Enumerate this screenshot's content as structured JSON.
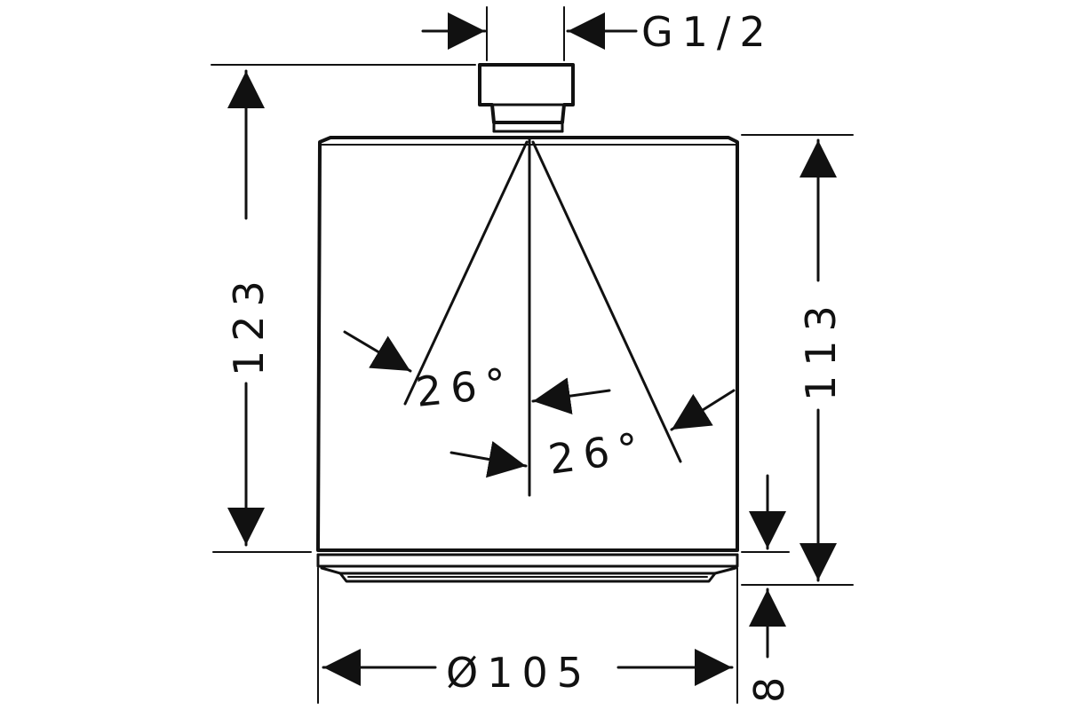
{
  "colors": {
    "line": "#111111",
    "background": "#ffffff"
  },
  "dimensions": {
    "thread": "G1/2",
    "total_height": "123",
    "body_height": "113",
    "diameter": "Ø105",
    "face_offset": "8",
    "spray_angle_left": "26°",
    "spray_angle_right": "26°"
  }
}
